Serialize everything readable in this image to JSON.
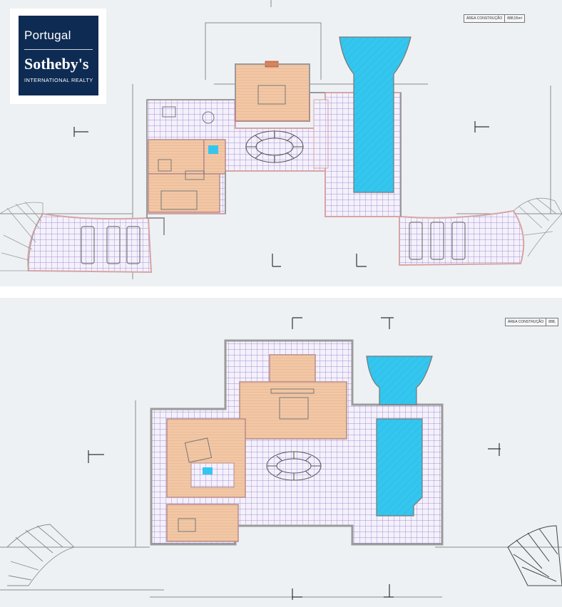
{
  "logo": {
    "portugal": "Portugal",
    "name": "Sotheby's",
    "subtitle": "INTERNATIONAL REALTY"
  },
  "top_plan": {
    "area_label": "ÁREA CONSTRUÇÃO",
    "area_value": "888,55m²"
  },
  "bottom_plan": {
    "area_label": "ÁREA CONSTRUÇÃO",
    "area_value": "888,"
  },
  "colors": {
    "paper": "#eef1f4",
    "wood_floor": "#f2c7a5",
    "tile_grid": "#8a72c8",
    "pool": "#34c6ee",
    "wall": "#9a9a9a",
    "brand_navy": "#0e2b53"
  }
}
